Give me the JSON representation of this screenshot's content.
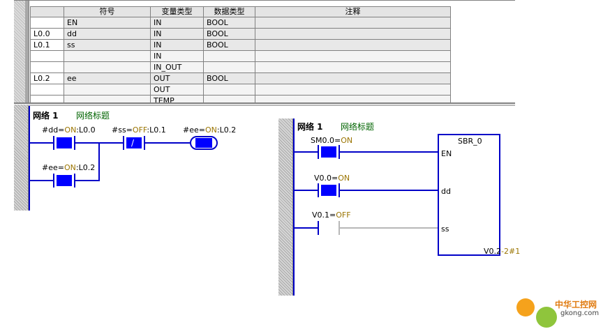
{
  "table": {
    "headers": [
      "",
      "符号",
      "变量类型",
      "数据类型",
      "注释"
    ],
    "rows": [
      {
        "address": "",
        "symbol": "EN",
        "var_type": "IN",
        "data_type": "BOOL",
        "comment": ""
      },
      {
        "address": "L0.0",
        "symbol": "dd",
        "var_type": "IN",
        "data_type": "BOOL",
        "comment": ""
      },
      {
        "address": "L0.1",
        "symbol": "ss",
        "var_type": "IN",
        "data_type": "BOOL",
        "comment": ""
      },
      {
        "address": "",
        "symbol": "",
        "var_type": "IN",
        "data_type": "",
        "comment": ""
      },
      {
        "address": "",
        "symbol": "",
        "var_type": "IN_OUT",
        "data_type": "",
        "comment": ""
      },
      {
        "address": "L0.2",
        "symbol": "ee",
        "var_type": "OUT",
        "data_type": "BOOL",
        "comment": ""
      },
      {
        "address": "",
        "symbol": "",
        "var_type": "OUT",
        "data_type": "",
        "comment": ""
      },
      {
        "address": "",
        "symbol": "",
        "var_type": "TEMP",
        "data_type": "",
        "comment": ""
      }
    ]
  },
  "left_network": {
    "title": "网络 1",
    "comment": "网络标题",
    "contact_dd": {
      "pre": "#dd=",
      "state": "ON",
      "post": ":L0.0"
    },
    "contact_ss": {
      "pre": "#ss=",
      "state": "OFF",
      "post": ":L0.1"
    },
    "coil_ee": {
      "pre": "#ee=",
      "state": "ON",
      "post": ":L0.2"
    },
    "contact_ee": {
      "pre": "#ee=",
      "state": "ON",
      "post": ":L0.2"
    },
    "slash": "/"
  },
  "right_network": {
    "title": "网络 1",
    "comment": "网络标题",
    "contact_sm": {
      "pre": "SM0.0=",
      "state": "ON"
    },
    "contact_v00": {
      "pre": "V0.0=",
      "state": "ON"
    },
    "contact_v01": {
      "pre": "V0.1=",
      "state": "OFF"
    },
    "box": {
      "name": "SBR_0",
      "pin_en": "EN",
      "pin_dd": "dd",
      "pin_ss": "ss",
      "out_pin": "V0.2",
      "out_value": "2#1"
    }
  },
  "logo": {
    "text": "中华工控网",
    "url": "gkong.com"
  },
  "colors": {
    "wire": "#0000c8",
    "contact_fill": "#0000ff",
    "state_text": "#9a7400",
    "comment": "#006400"
  }
}
